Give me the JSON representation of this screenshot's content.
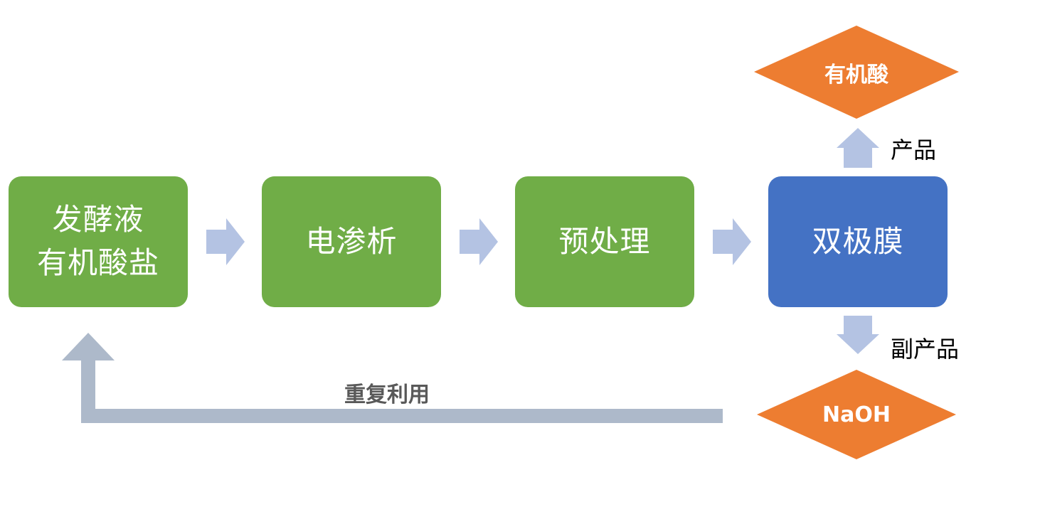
{
  "colors": {
    "process_box": "#70ad47",
    "membrane_box": "#4472c4",
    "output_diamond": "#ed7d31",
    "flow_arrow": "#b4c3e3",
    "return_arrow": "#adb9ca"
  },
  "boxes": {
    "feed_line1": "发酵液",
    "feed_line2": "有机酸盐",
    "electrodialysis": "电渗析",
    "pretreatment": "预处理",
    "bipolar_membrane": "双极膜"
  },
  "outputs": {
    "product_label": "产品",
    "product_name": "有机酸",
    "byproduct_label": "副产品",
    "byproduct_name": "NaOH"
  },
  "recycle": {
    "label": "重复利用"
  }
}
